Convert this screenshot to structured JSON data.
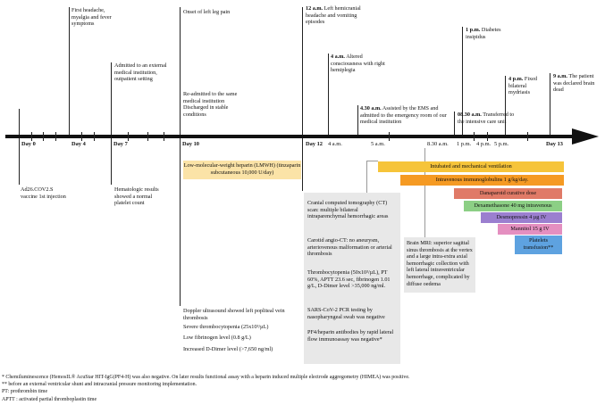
{
  "events_above": {
    "first_headache": "First headache, myalgia and fever symptoms",
    "admitted_external": "Admitted to an external medical institution, outpatient setting",
    "onset_left_leg": "Onset of left leg pain",
    "readmitted": "Re-admitted to the same medical institution Discharged in stable conditions",
    "hemicranial_time": "12 a.m.",
    "hemicranial_text": " Left hemicranial headache and vomiting episodes",
    "altered_time": "4 a.m.",
    "altered_text": " Altered consciousness with right hemiplegia",
    "ems_time": "4.30 a.m.",
    "ems_text": " Assisted by the EMS and admitted to the emergency room of our medical institution",
    "icu_time": "08.30 a.m.",
    "icu_text": " Transferred to the intensive care unit",
    "diabetes_time": "1 p.m.",
    "diabetes_text": " Diabetes insipidus",
    "mydriasis_time": "4 p.m.",
    "mydriasis_text": " Fixed bilateral mydriasis",
    "braindead_time": "9 a.m.",
    "braindead_text": " The patient was declared brain dead"
  },
  "timeline_labels": {
    "day0": "Day 0",
    "day4": "Day 4",
    "day7": "Day 7",
    "day10": "Day 10",
    "day12": "Day 12",
    "am4": "4 a.m.",
    "am5": "5 a.m.",
    "am830": "8.30 a.m.",
    "pm1": "1 p.m.",
    "pm4": "4 p.m.",
    "pm5": "5 p.m.",
    "day13": "Day 13"
  },
  "events_below": {
    "vaccine": "Ad26.COV2.S vaccine 1st injection",
    "hematologic": "Hematologic results showed a normal platelet count",
    "doppler": "Doppler ultrasound showed left popliteal vein thrombosis",
    "severe_thrombo": "Severe thrombocytopenia (25x10³/µL)",
    "low_fibrinogen": "Low fibrinogen level (0.8 g/L)",
    "ddimer": "Increased D-Dimer level (>7,650 ng/ml)"
  },
  "lmwh": "Low-molecular-weight heparin (LMWH) (tinzaparin subcutaneous 10,000 U/day)",
  "ct_panel": [
    "Cranial computed tomography (CT) scan: multiple bilateral intraparenchymal hemorrhagic areas",
    "Carotid angio-CT: no aneurysm, arteriovenous malformation or arterial thrombosis",
    "Thrombocytopenia (50x10³/µL), PT 60%, APTT 23.6 sec, fibrinogen 1.01 g/L, D-Dimer level >35,000 ng/ml.",
    "SARS-CoV-2 PCR testing by nasopharyngeal swab was negative",
    "PF4/heparin antibodies by rapid lateral flow immunoassay was negative*"
  ],
  "mri": "Brain MRI: superior sagittal sinus thrombosis at the vertex and a large intra-extra axial hemorrhagic collection with left lateral intraventricular hemorrhage, complicated by diffuse oedema",
  "treatments": {
    "intubated": "Intubated and mechanical ventilation",
    "ivig": "Intravenous immunoglobulins 1 g/kg/day.",
    "danaparoid": "Danaparoid curative dose",
    "dexamethasone": "Dexamethasone 40 mg intravenous",
    "desmopressin": "Desmopressin 4 µg IV",
    "mannitol": "Mannitol 15 g IV",
    "platelets": "Platelets transfusion**"
  },
  "footnotes": [
    "* Chemiluminescence (HemosIL® AcuStar HIT-IgG(PF4-H) was also  negative. On later results functional assay with a heparin induced multiple electrode aggregometry (HIMEA) was positive.",
    "** before an external ventricular shunt and intracranial pressure monitoring implementation.",
    "PT: prothrombin time",
    "APTT : activated partial thromboplastin time"
  ],
  "colors": {
    "lmwh": "#fbe3a7",
    "intubated": "#f6c43a",
    "ivig": "#f59a23",
    "danaparoid": "#e07a67",
    "dexamethasone": "#8ccf85",
    "desmopressin": "#9b7fcf",
    "mannitol": "#e48fc0",
    "platelets": "#5ea2e0",
    "panel": "#e8e8e8"
  }
}
